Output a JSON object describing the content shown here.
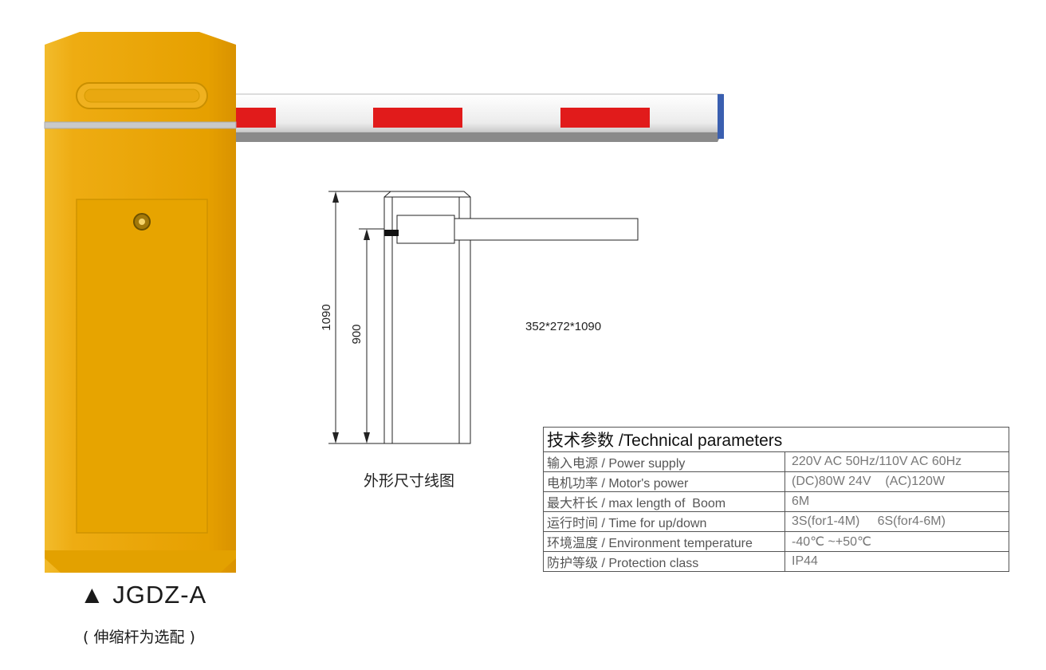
{
  "product": {
    "model_name": "▲ JGDZ-A",
    "note": "( 伸缩杆为选配 )",
    "body_color": "#e8a800",
    "boom_stripe_color": "#e11b1b"
  },
  "diagram": {
    "overall_height": "1090",
    "boom_height": "900",
    "dimensions": "352*272*1090",
    "caption": "外形尺寸线图"
  },
  "spec_table": {
    "title": "技术参数 /Technical parameters",
    "rows": [
      {
        "label": "输入电源 / Power supply",
        "value": "220V AC 50Hz/110V AC 60Hz"
      },
      {
        "label": "电机功率 / Motor's power",
        "value": "(DC)80W 24V    (AC)120W"
      },
      {
        "label": "最大杆长 / max length of  Boom",
        "value": "6M"
      },
      {
        "label": "运行时间 / Time for up/down",
        "value": "3S(for1-4M)     6S(for4-6M)"
      },
      {
        "label": "环境温度 / Environment temperature",
        "value": "-40℃ ~+50℃"
      },
      {
        "label": "防护等级 / Protection class",
        "value": "IP44"
      }
    ]
  }
}
